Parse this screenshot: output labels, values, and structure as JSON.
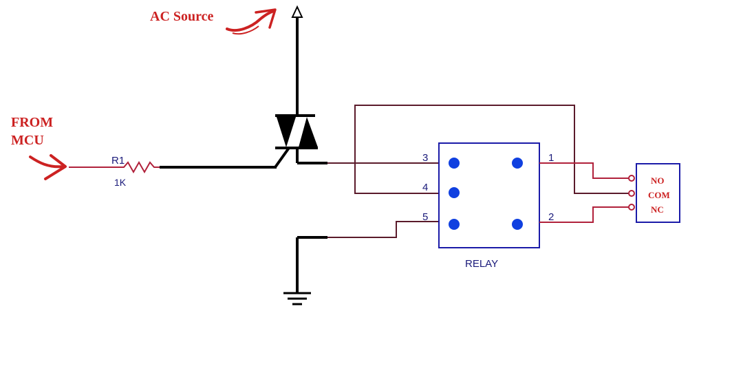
{
  "labels": {
    "ac_source": "AC Source",
    "from_line1": "FROM",
    "from_line2": "MCU",
    "resistor_ref": "R1",
    "resistor_value": "1K",
    "relay": "RELAY",
    "pin3": "3",
    "pin4": "4",
    "pin5": "5",
    "pin1": "1",
    "pin2": "2",
    "terminal_no": "NO",
    "terminal_com": "COM",
    "terminal_nc": "NC"
  },
  "colors": {
    "annotation": "#cc2222",
    "wire_black": "#000000",
    "wire_dark": "#5a1a2a",
    "wire_red": "#b0203a",
    "relay_outline": "#1a1aa8",
    "relay_pin": "#1040e0",
    "terminal_box": "#1a1aa8",
    "label_blue": "#1a1a7a"
  }
}
